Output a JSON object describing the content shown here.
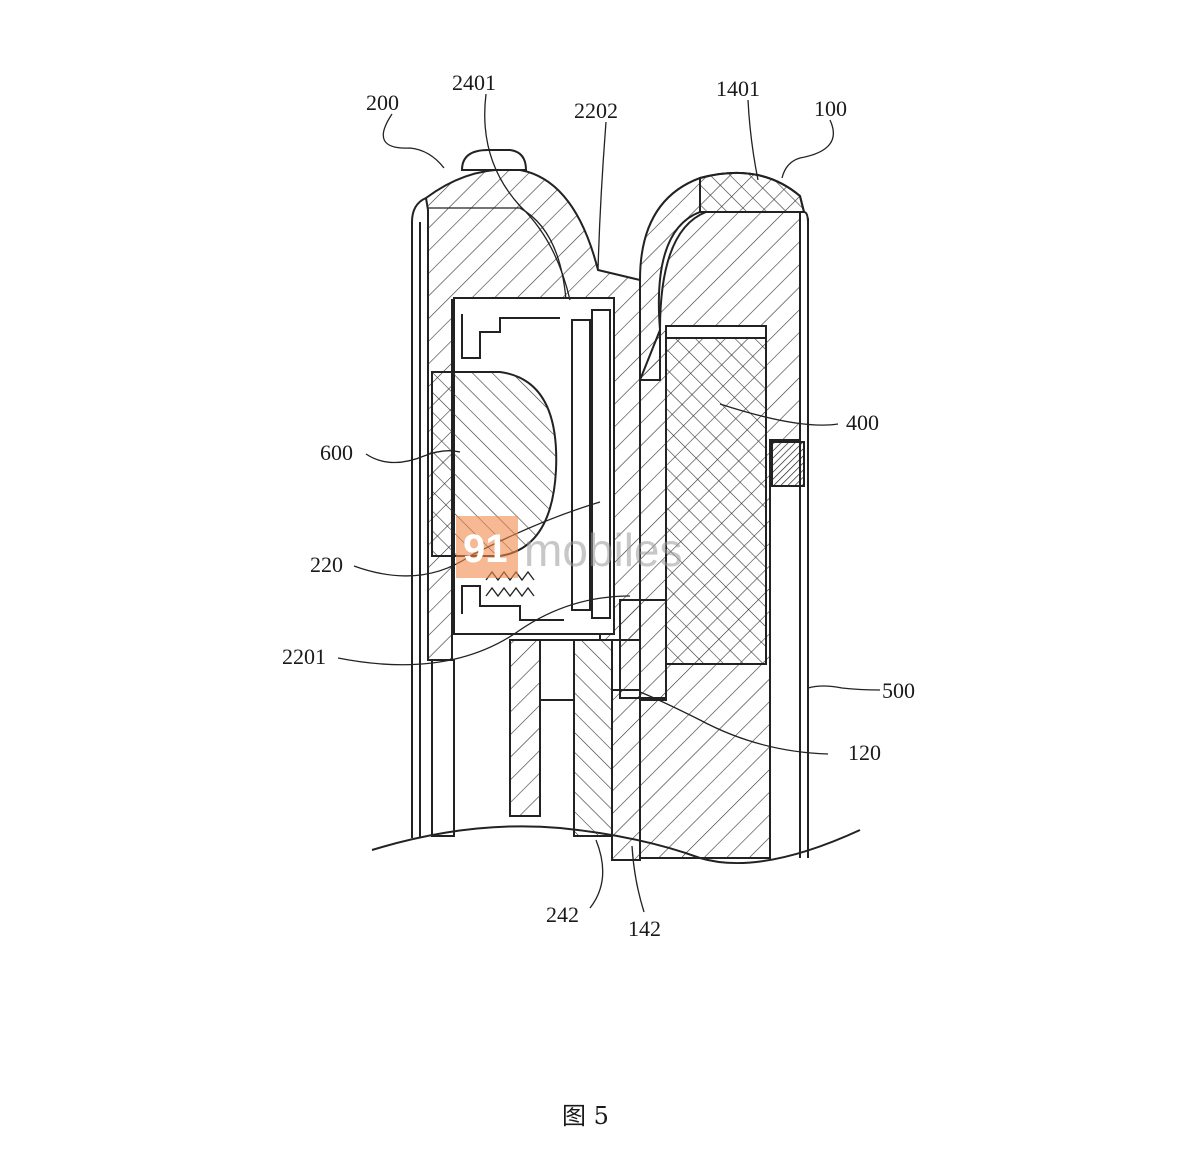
{
  "figure": {
    "caption": "图 5",
    "watermark": {
      "digits": "91",
      "text": "mobiles",
      "brand_color": "#f08a4b"
    },
    "labels": {
      "l200": "200",
      "l2401": "2401",
      "l2202": "2202",
      "l1401": "1401",
      "l100": "100",
      "l600": "600",
      "l400": "400",
      "l220": "220",
      "l2201": "2201",
      "l500": "500",
      "l120": "120",
      "l242": "242",
      "l142": "142"
    }
  }
}
